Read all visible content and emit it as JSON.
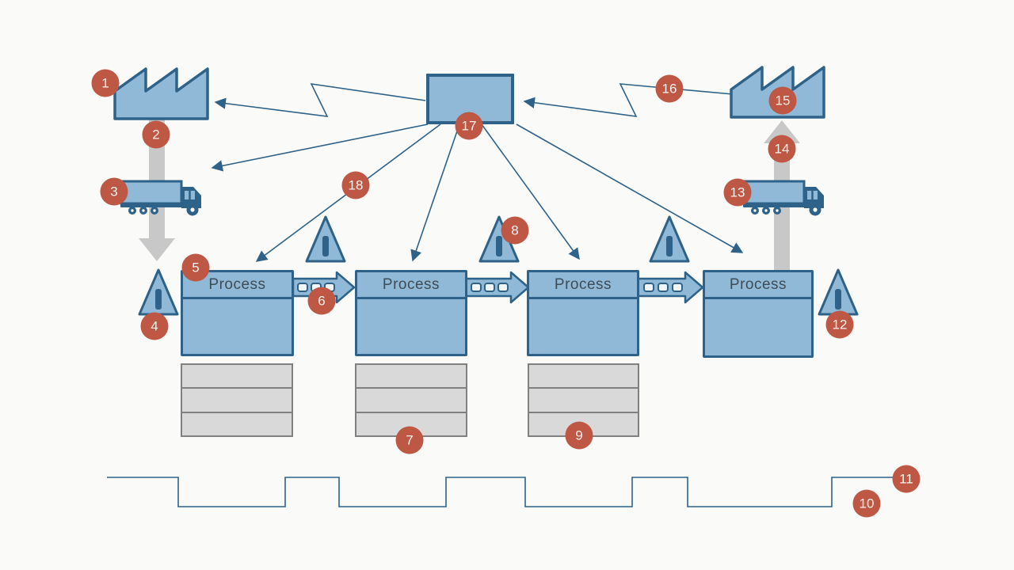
{
  "diagram_type": "value-stream-mapping-slide",
  "badges": [
    "1",
    "2",
    "3",
    "4",
    "5",
    "6",
    "7",
    "8",
    "9",
    "10",
    "11",
    "12",
    "13",
    "14",
    "15",
    "16",
    "17",
    "18"
  ],
  "processes": [
    "Process",
    "Process",
    "Process",
    "Process"
  ],
  "colors": {
    "background": "#FAFAF8",
    "shape_fill": "#8FB9D6",
    "shape_stroke": "#2E6288",
    "badge_fill": "#BE5743",
    "badge_text": "#F7F2EE",
    "gray_arrow": "#C8C8C8",
    "databox_fill": "#D9D9D9",
    "databox_stroke": "#808080",
    "flow_line": "#2E6288",
    "process_text": "#3E4C57",
    "dash_fill": "#EFF5F9"
  },
  "icons": {
    "factory": "factory-icon (sawtooth-roof building)",
    "truck": "truck-icon (shipment)",
    "inventory": "inventory-triangle-icon (triangle with I)",
    "push_arrow": "push-arrow-icon (striped arrow)",
    "zigzag": "electronic-information-zigzag-arrow",
    "gray_arrow": "material-flow-arrow",
    "timeline": "lead-time-ladder-line"
  }
}
